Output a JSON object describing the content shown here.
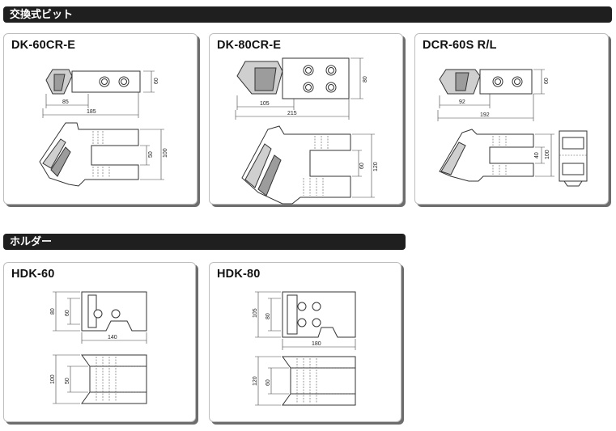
{
  "sections": {
    "bits": "交換式ビット",
    "holders": "ホルダー"
  },
  "products": {
    "dk60": {
      "title": "DK-60CR-E",
      "dims": {
        "height": "60",
        "tip": "85",
        "length": "185",
        "slot": "50",
        "width": "100"
      }
    },
    "dk80": {
      "title": "DK-80CR-E",
      "dims": {
        "height": "80",
        "tip": "105",
        "length": "215",
        "slot": "60",
        "width": "120"
      }
    },
    "dcr60": {
      "title": "DCR-60S R/L",
      "dims": {
        "height": "60",
        "tip": "92",
        "length": "192",
        "slot": "40",
        "width": "100"
      }
    },
    "hdk60": {
      "title": "HDK-60",
      "dims": {
        "outer": "80",
        "inner": "60",
        "length": "140",
        "width": "100",
        "slot": "50"
      }
    },
    "hdk80": {
      "title": "HDK-80",
      "dims": {
        "outer": "105",
        "inner": "80",
        "length": "180",
        "width": "120",
        "slot": "60"
      }
    }
  }
}
